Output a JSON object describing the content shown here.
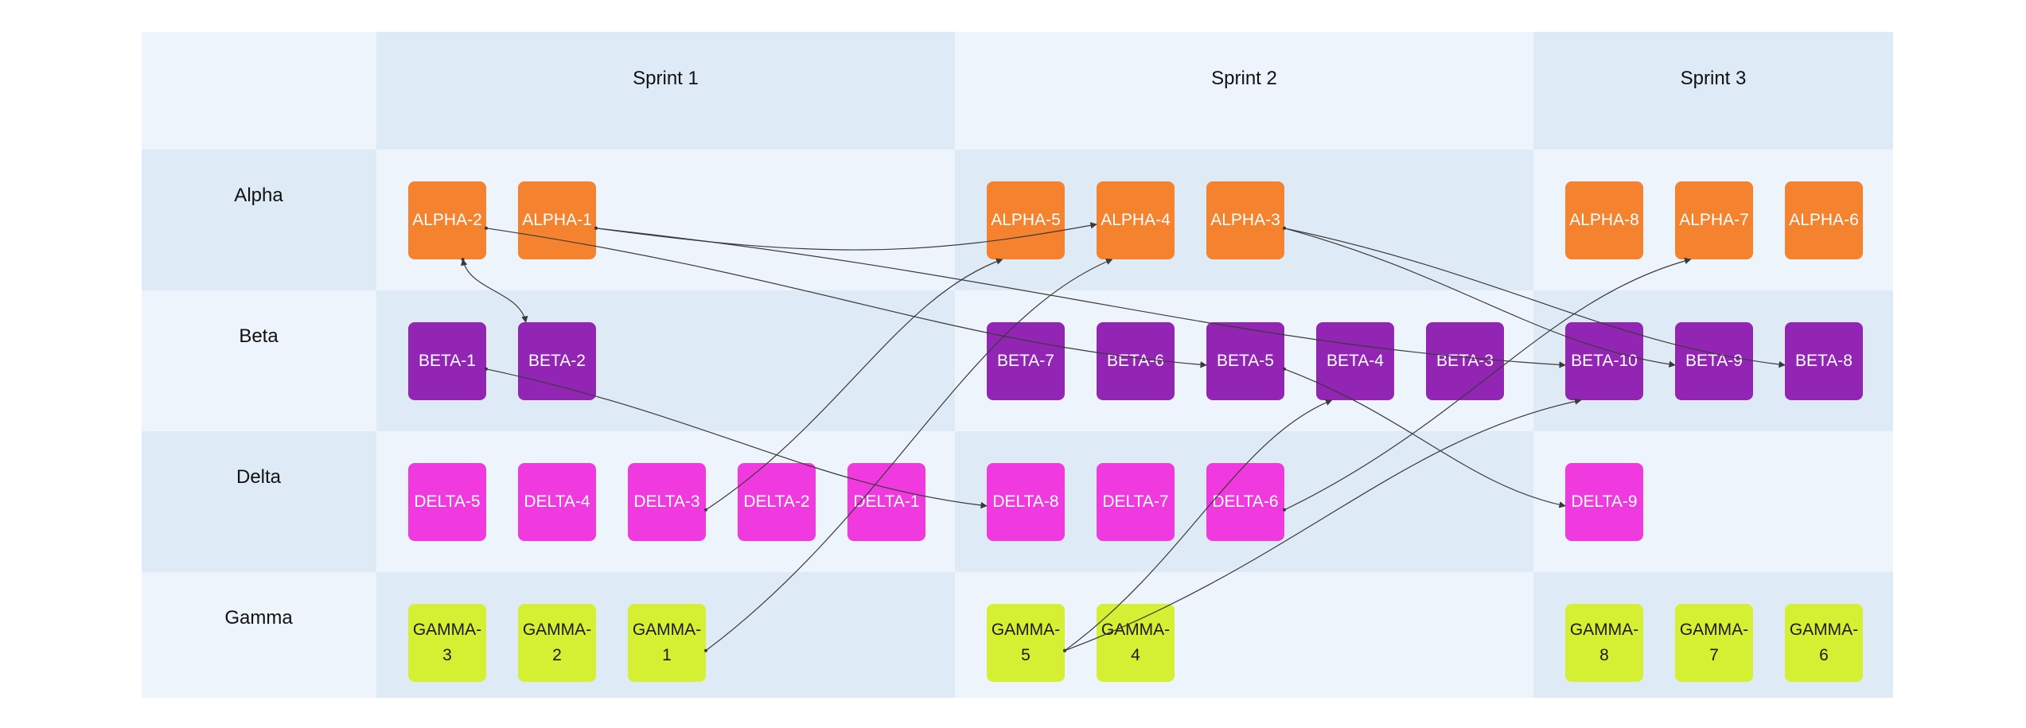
{
  "colors": {
    "cell_light": "#edf4fb",
    "cell_dark": "#deebf6",
    "alpha": "#f5822e",
    "beta": "#9325b5",
    "delta": "#f03ae0",
    "gamma": "#d5f033",
    "text_light": "#ffffff",
    "text_dark": "#1a1a1a",
    "line": "#3a3a3a"
  },
  "sprints": [
    {
      "id": "s1",
      "label": "Sprint 1"
    },
    {
      "id": "s2",
      "label": "Sprint 2"
    },
    {
      "id": "s3",
      "label": "Sprint 3"
    }
  ],
  "teams": [
    {
      "id": "alpha",
      "label": "Alpha",
      "color_key": "alpha",
      "text_key": "text_light"
    },
    {
      "id": "beta",
      "label": "Beta",
      "color_key": "beta",
      "text_key": "text_light"
    },
    {
      "id": "delta",
      "label": "Delta",
      "color_key": "delta",
      "text_key": "text_light"
    },
    {
      "id": "gamma",
      "label": "Gamma",
      "color_key": "gamma",
      "text_key": "text_dark"
    }
  ],
  "tickets": [
    {
      "id": "ALPHA-2",
      "team": "alpha",
      "sprint": "s1",
      "slot": 0
    },
    {
      "id": "ALPHA-1",
      "team": "alpha",
      "sprint": "s1",
      "slot": 1
    },
    {
      "id": "ALPHA-5",
      "team": "alpha",
      "sprint": "s2",
      "slot": 0
    },
    {
      "id": "ALPHA-4",
      "team": "alpha",
      "sprint": "s2",
      "slot": 1
    },
    {
      "id": "ALPHA-3",
      "team": "alpha",
      "sprint": "s2",
      "slot": 2
    },
    {
      "id": "ALPHA-8",
      "team": "alpha",
      "sprint": "s3",
      "slot": 0
    },
    {
      "id": "ALPHA-7",
      "team": "alpha",
      "sprint": "s3",
      "slot": 1
    },
    {
      "id": "ALPHA-6",
      "team": "alpha",
      "sprint": "s3",
      "slot": 2
    },
    {
      "id": "BETA-1",
      "team": "beta",
      "sprint": "s1",
      "slot": 0
    },
    {
      "id": "BETA-2",
      "team": "beta",
      "sprint": "s1",
      "slot": 1
    },
    {
      "id": "BETA-7",
      "team": "beta",
      "sprint": "s2",
      "slot": 0
    },
    {
      "id": "BETA-6",
      "team": "beta",
      "sprint": "s2",
      "slot": 1
    },
    {
      "id": "BETA-5",
      "team": "beta",
      "sprint": "s2",
      "slot": 2
    },
    {
      "id": "BETA-4",
      "team": "beta",
      "sprint": "s2",
      "slot": 3
    },
    {
      "id": "BETA-3",
      "team": "beta",
      "sprint": "s2",
      "slot": 4
    },
    {
      "id": "BETA-10",
      "team": "beta",
      "sprint": "s3",
      "slot": 0
    },
    {
      "id": "BETA-9",
      "team": "beta",
      "sprint": "s3",
      "slot": 1
    },
    {
      "id": "BETA-8",
      "team": "beta",
      "sprint": "s3",
      "slot": 2
    },
    {
      "id": "DELTA-5",
      "team": "delta",
      "sprint": "s1",
      "slot": 0
    },
    {
      "id": "DELTA-4",
      "team": "delta",
      "sprint": "s1",
      "slot": 1
    },
    {
      "id": "DELTA-3",
      "team": "delta",
      "sprint": "s1",
      "slot": 2
    },
    {
      "id": "DELTA-2",
      "team": "delta",
      "sprint": "s1",
      "slot": 3
    },
    {
      "id": "DELTA-1",
      "team": "delta",
      "sprint": "s1",
      "slot": 4
    },
    {
      "id": "DELTA-8",
      "team": "delta",
      "sprint": "s2",
      "slot": 0
    },
    {
      "id": "DELTA-7",
      "team": "delta",
      "sprint": "s2",
      "slot": 1
    },
    {
      "id": "DELTA-6",
      "team": "delta",
      "sprint": "s2",
      "slot": 2
    },
    {
      "id": "DELTA-9",
      "team": "delta",
      "sprint": "s3",
      "slot": 0
    },
    {
      "id": "GAMMA-3",
      "team": "gamma",
      "sprint": "s1",
      "slot": 0
    },
    {
      "id": "GAMMA-2",
      "team": "gamma",
      "sprint": "s1",
      "slot": 1
    },
    {
      "id": "GAMMA-1",
      "team": "gamma",
      "sprint": "s1",
      "slot": 2
    },
    {
      "id": "GAMMA-5",
      "team": "gamma",
      "sprint": "s2",
      "slot": 0
    },
    {
      "id": "GAMMA-4",
      "team": "gamma",
      "sprint": "s2",
      "slot": 1
    },
    {
      "id": "GAMMA-8",
      "team": "gamma",
      "sprint": "s3",
      "slot": 0
    },
    {
      "id": "GAMMA-7",
      "team": "gamma",
      "sprint": "s3",
      "slot": 1
    },
    {
      "id": "GAMMA-6",
      "team": "gamma",
      "sprint": "s3",
      "slot": 2
    }
  ],
  "dependencies": [
    {
      "from": "ALPHA-2",
      "to": "BETA-2",
      "bidirectional": true
    },
    {
      "from": "ALPHA-2",
      "to": "BETA-5"
    },
    {
      "from": "ALPHA-1",
      "to": "ALPHA-4"
    },
    {
      "from": "ALPHA-1",
      "to": "BETA-10"
    },
    {
      "from": "ALPHA-3",
      "to": "BETA-9"
    },
    {
      "from": "ALPHA-3",
      "to": "BETA-8"
    },
    {
      "from": "BETA-1",
      "to": "DELTA-8"
    },
    {
      "from": "BETA-5",
      "to": "DELTA-9"
    },
    {
      "from": "DELTA-3",
      "to": "ALPHA-5"
    },
    {
      "from": "DELTA-6",
      "to": "ALPHA-7"
    },
    {
      "from": "GAMMA-1",
      "to": "ALPHA-4"
    },
    {
      "from": "GAMMA-5",
      "to": "BETA-4"
    },
    {
      "from": "GAMMA-5",
      "to": "BETA-10"
    }
  ]
}
